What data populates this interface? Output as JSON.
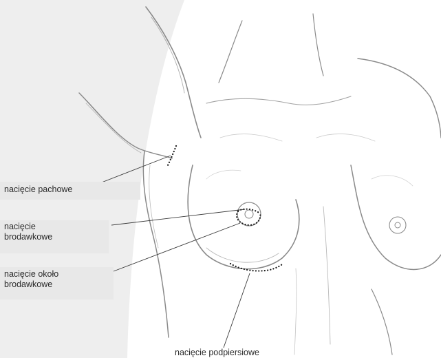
{
  "labels": {
    "axillary": "nacięcie pachowe",
    "nipple": "nacięcie\nbrodawkowe",
    "periareolar": "nacięcie około\nbrodawkowe",
    "inframammary": "nacięcie podpiersiowe"
  },
  "colors": {
    "background_panel": "#eeeeee",
    "label_box": "#e8e8e8",
    "leader_line": "#3a3a3a",
    "incision_dots": "#1a1a1a",
    "sketch_stroke": "#8a8a8a"
  },
  "illustration": {
    "subject": "pencil sketch of female torso showing breast implant incision sites",
    "incision_style": "dotted"
  }
}
